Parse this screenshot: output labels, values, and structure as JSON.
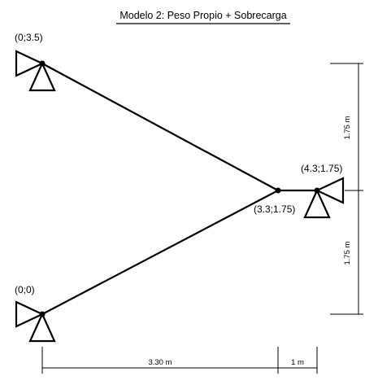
{
  "title": "Modelo 2: Peso Propio + Sobrecarga",
  "nodes": [
    {
      "id": "n1",
      "label": "(0;3.5)"
    },
    {
      "id": "n2",
      "label": "(0;0)"
    },
    {
      "id": "n3",
      "label": "(3.3;1.75)"
    },
    {
      "id": "n4",
      "label": "(4.3;1.75)"
    }
  ],
  "dimensions": {
    "horizontal_1": "3.30 m",
    "horizontal_2": "1 m",
    "vertical_upper": "1.75 m",
    "vertical_lower": "1.75 m"
  }
}
